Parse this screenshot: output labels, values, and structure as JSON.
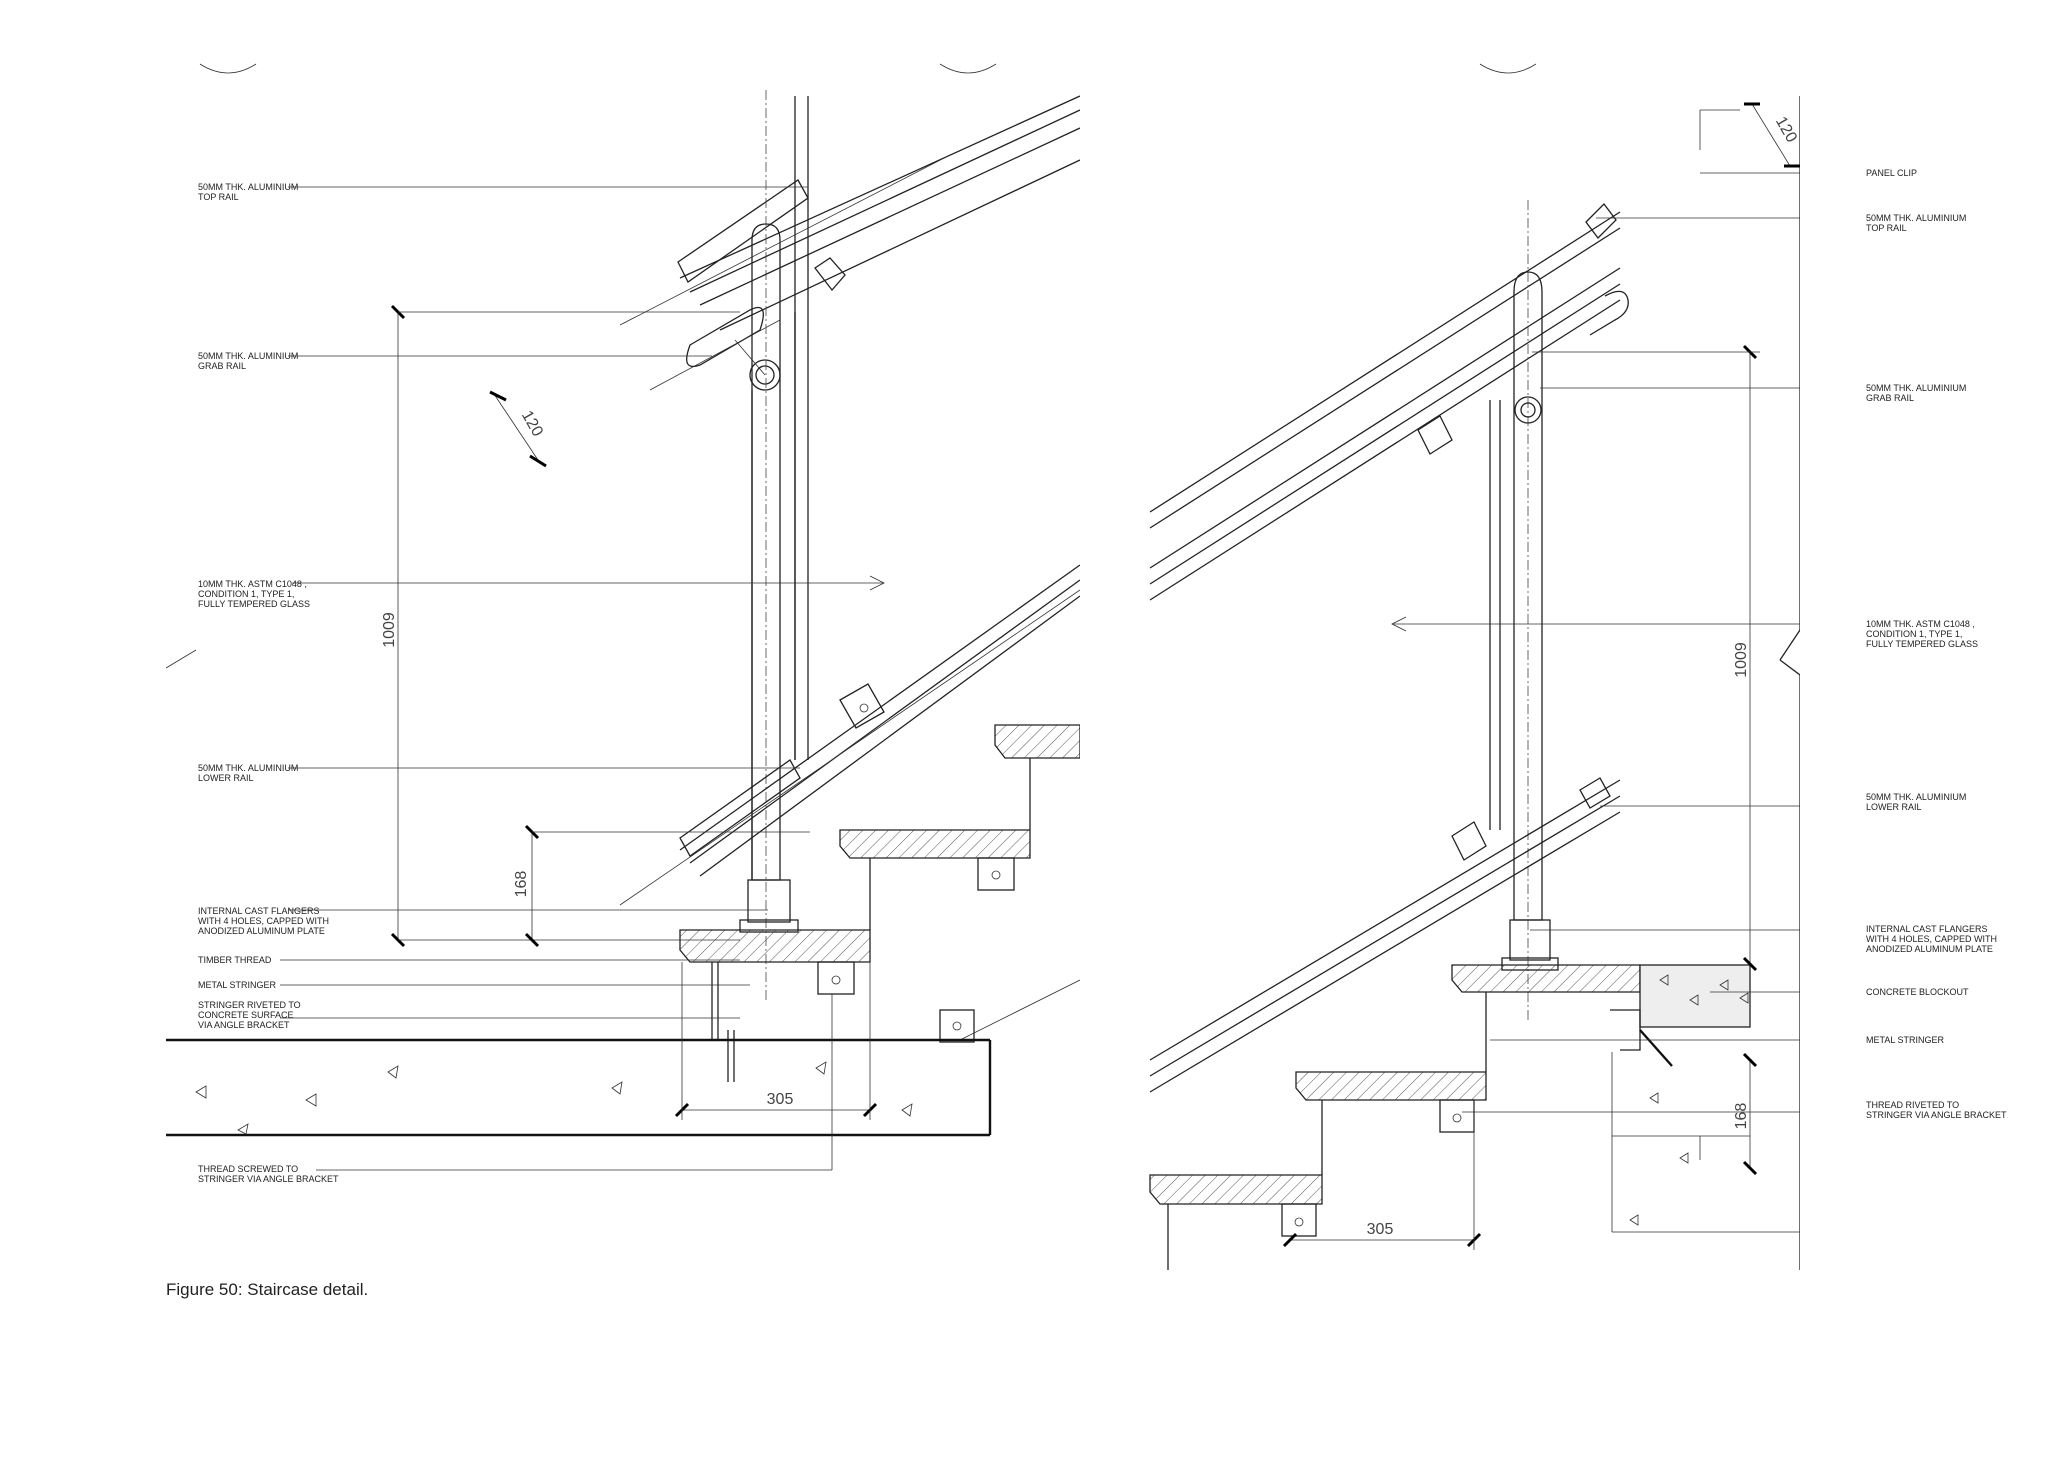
{
  "caption": "Figure 50: Staircase detail.",
  "left_detail": {
    "labels": {
      "top_rail": [
        "50MM THK. ALUMINIUM",
        "TOP RAIL"
      ],
      "grab_rail": [
        "50MM THK. ALUMINIUM",
        "GRAB RAIL"
      ],
      "glass": [
        "10MM THK. ASTM C1048 ,",
        "CONDITION 1, TYPE 1,",
        "FULLY TEMPERED GLASS"
      ],
      "lower_rail": [
        "50MM THK. ALUMINIUM",
        "LOWER RAIL"
      ],
      "flangers": [
        "INTERNAL CAST FLANGERS",
        "WITH 4 HOLES, CAPPED WITH",
        "ANODIZED ALUMINUM PLATE"
      ],
      "timber": [
        "TIMBER THREAD"
      ],
      "stringer": [
        "METAL STRINGER"
      ],
      "riveted": [
        "STRINGER RIVETED TO",
        "CONCRETE SURFACE",
        "VIA ANGLE BRACKET"
      ],
      "screwed": [
        "THREAD SCREWED TO",
        "STRINGER VIA ANGLE BRACKET"
      ]
    },
    "dims": {
      "height": "1009",
      "rail_offset": "120",
      "lower": "168",
      "going": "305"
    }
  },
  "right_detail": {
    "labels": {
      "panel_clip": [
        "PANEL CLIP"
      ],
      "top_rail": [
        "50MM THK. ALUMINIUM",
        "TOP RAIL"
      ],
      "grab_rail": [
        "50MM THK. ALUMINIUM",
        "GRAB RAIL"
      ],
      "glass": [
        "10MM THK. ASTM C1048 ,",
        "CONDITION 1, TYPE 1,",
        "FULLY TEMPERED GLASS"
      ],
      "lower_rail": [
        "50MM THK. ALUMINIUM",
        "LOWER RAIL"
      ],
      "flangers": [
        "INTERNAL CAST FLANGERS",
        "WITH 4 HOLES, CAPPED WITH",
        "ANODIZED ALUMINUM PLATE"
      ],
      "blockout": [
        "CONCRETE BLOCKOUT"
      ],
      "stringer": [
        "METAL STRINGER"
      ],
      "riveted": [
        "THREAD RIVETED TO",
        "STRINGER VIA ANGLE BRACKET"
      ]
    },
    "dims": {
      "height": "1009",
      "rail_offset": "120",
      "lower": "168",
      "going": "305"
    }
  }
}
